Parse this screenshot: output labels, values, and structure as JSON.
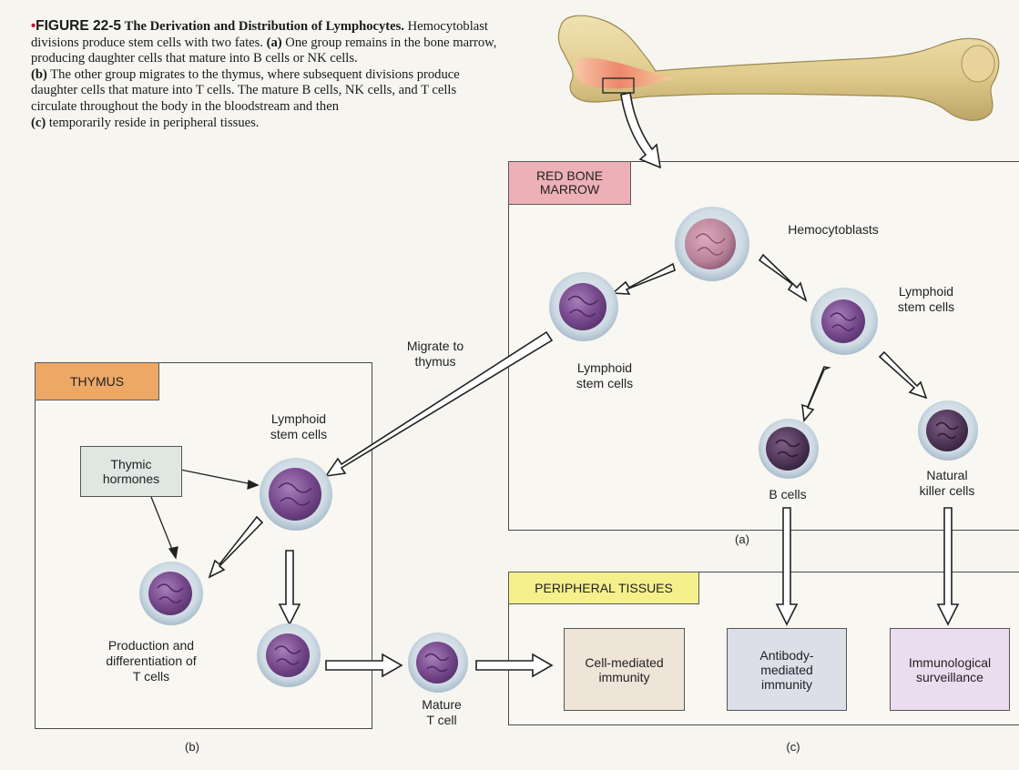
{
  "caption": {
    "bullet": "•",
    "figure_label": "FIGURE 22-5",
    "title": "The Derivation and Distribution of Lymphocytes.",
    "intro": "Hemocytoblast divisions produce stem cells with two fates.",
    "part_a_letter": "(a)",
    "part_a_text": "One group remains in the bone marrow, producing daughter cells that mature into B cells or NK cells.",
    "part_b_letter": "(b)",
    "part_b_text": "The other group migrates to the thymus, where subsequent divisions produce daughter cells that mature into T cells. The mature B cells, NK cells, and T cells circulate throughout the body in the bloodstream and then",
    "part_c_letter": "(c)",
    "part_c_text": "temporarily reside in peripheral tissues."
  },
  "red_bone_marrow": {
    "title_line1": "RED BONE",
    "title_line2": "MARROW",
    "hemocytoblasts": "Hemocytoblasts",
    "lymphoid_left_1": "Lymphoid",
    "lymphoid_left_2": "stem cells",
    "lymphoid_right_1": "Lymphoid",
    "lymphoid_right_2": "stem cells",
    "b_cells": "B cells",
    "nk_1": "Natural",
    "nk_2": "killer cells",
    "letter": "(a)"
  },
  "migrate": {
    "line1": "Migrate to",
    "line2": "thymus"
  },
  "thymus": {
    "title": "THYMUS",
    "lymphoid_1": "Lymphoid",
    "lymphoid_2": "stem cells",
    "hormones_1": "Thymic",
    "hormones_2": "hormones",
    "prod_1": "Production and",
    "prod_2": "differentiation of",
    "prod_3": "T cells",
    "letter": "(b)"
  },
  "mature_t": {
    "line1": "Mature",
    "line2": "T cell"
  },
  "peripheral": {
    "title": "PERIPHERAL TISSUES",
    "cell_mediated_1": "Cell-mediated",
    "cell_mediated_2": "immunity",
    "antibody_1": "Antibody-",
    "antibody_2": "mediated",
    "antibody_3": "immunity",
    "immuno_1": "Immunological",
    "immuno_2": "surveillance",
    "letter": "(c)"
  },
  "colors": {
    "marrow_tag": "#ecb0b6",
    "thymus_tag": "#eda866",
    "peripheral_tag": "#f4f08c",
    "hormones_box": "#dfe7e2",
    "cell_mediated_box": "#eee4d8",
    "antibody_box": "#dcdfe8",
    "immuno_box": "#ecdcef",
    "cell_nucleus": "#7e4f93",
    "cell_halo": "#d2dde5",
    "bone": "#e3d198",
    "marrow": "#ee8a70"
  }
}
